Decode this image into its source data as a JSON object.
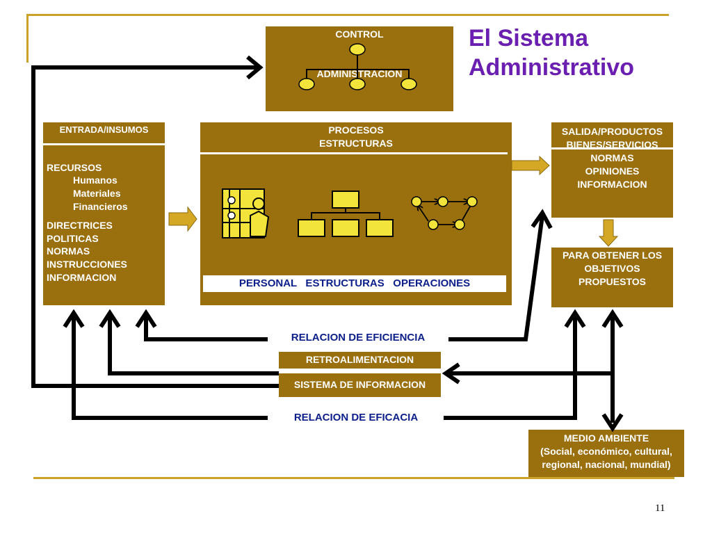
{
  "title_line1": "El Sistema",
  "title_line2": "Administrativo",
  "control": {
    "top_label": "CONTROL",
    "bottom_label": "ADMINISTRACION"
  },
  "entrada": {
    "header": "ENTRADA/INSUMOS",
    "recursos": "RECURSOS",
    "recursos_items": [
      "Humanos",
      "Materiales",
      "Financieros"
    ],
    "directrices": [
      "DIRECTRICES",
      "POLITICAS",
      "NORMAS",
      "INSTRUCCIONES",
      "INFORMACION"
    ]
  },
  "procesos": {
    "header_line1": "PROCESOS",
    "header_line2": "ESTRUCTURAS",
    "footer": "PERSONAL   ESTRUCTURAS   OPERACIONES"
  },
  "salida": {
    "header_line1": "SALIDA/PRODUCTOS",
    "header_line2": "BIENES/SERVICIOS",
    "items": [
      "NORMAS",
      "OPINIONES",
      "INFORMACION"
    ]
  },
  "objetivos": [
    "PARA OBTENER LOS",
    "OBJETIVOS",
    "PROPUESTOS"
  ],
  "relacion_eficiencia": "RELACION DE EFICIENCIA",
  "retroalimentacion": "RETROALIMENTACION",
  "sistema_informacion": "SISTEMA DE INFORMACION",
  "relacion_eficacia": "RELACION DE EFICACIA",
  "medio_ambiente": {
    "line1": "MEDIO AMBIENTE",
    "line2": "(Social, económico, cultural,",
    "line3": "regional, nacional, mundial)"
  },
  "page_number": "11",
  "colors": {
    "box": "#9a6f0e",
    "title": "#6a1fb0",
    "navy": "#0c1f8a",
    "rule": "#c9a227",
    "node": "#f2e43a"
  }
}
